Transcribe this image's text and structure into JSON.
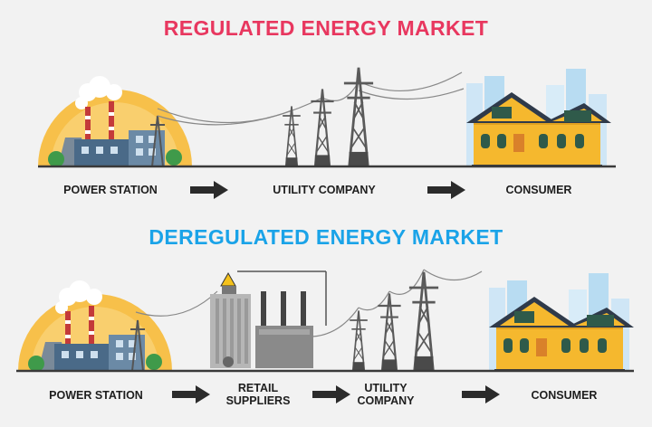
{
  "regulated": {
    "title": "REGULATED ENERGY MARKET",
    "title_color": "#e8375f",
    "steps": [
      "POWER STATION",
      "UTILITY COMPANY",
      "CONSUMER"
    ]
  },
  "deregulated": {
    "title": "DEREGULATED ENERGY MARKET",
    "title_color": "#1aa3e8",
    "steps": [
      "POWER STATION",
      "RETAIL SUPPLIERS",
      "UTILITY COMPANY",
      "CONSUMER"
    ],
    "step_lines": {
      "retail_1": "RETAIL",
      "retail_2": "SUPPLIERS",
      "utility_1": "UTILITY",
      "utility_2": "COMPANY"
    }
  },
  "icons": {
    "power_station": "power-station-icon",
    "transmission_towers": "transmission-tower-icon",
    "consumer_house": "house-icon",
    "retail_substation": "substation-icon",
    "flow_arrow": "arrow-right-icon"
  },
  "colors": {
    "background": "#f2f2f2",
    "ground_line": "#3a3a3a",
    "tower": "#5a5a5a",
    "house": "#f5b82e",
    "roof": "#2f3a4a",
    "sun_glow": "#f7c04a",
    "city": "#b8dcf2"
  }
}
